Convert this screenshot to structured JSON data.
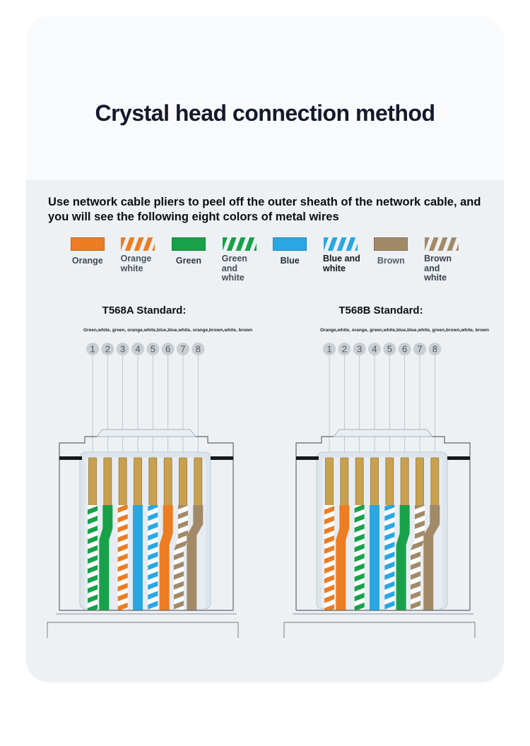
{
  "page": {
    "title": "Crystal head connection method",
    "description": "Use network cable pliers to peel off the outer sheath of the network cable, and you will see the following eight colors of metal wires"
  },
  "colors": {
    "orange": "#ec7d22",
    "green": "#18a149",
    "blue": "#2aa7e2",
    "brown": "#a28a69",
    "wire_white": "#fcfdfd",
    "pin_gold": "#c9a14e",
    "pin_edge": "#96763a",
    "circle_fill": "#c9ced3",
    "circle_text": "#54585e",
    "connector_outline": "#60676e",
    "connector_body": "#dde5eb",
    "latch_black": "#17191b"
  },
  "legend": [
    {
      "label": "Orange",
      "lines": [
        "Orange"
      ],
      "style": "solid",
      "color": "orange",
      "label_color": "#3f4750"
    },
    {
      "label": "Orange white",
      "lines": [
        "Orange",
        "white"
      ],
      "style": "striped",
      "color": "orange",
      "label_color": "#4a525a"
    },
    {
      "label": "Green",
      "lines": [
        "Green"
      ],
      "style": "solid",
      "color": "green",
      "label_color": "#323a43"
    },
    {
      "label": "Green and white",
      "lines": [
        "Green and",
        "white"
      ],
      "style": "striped",
      "color": "green",
      "label_color": "#454d55"
    },
    {
      "label": "Blue",
      "lines": [
        "Blue"
      ],
      "style": "solid",
      "color": "blue",
      "label_color": "#272e37"
    },
    {
      "label": "Blue and white",
      "lines": [
        "Blue and",
        "white"
      ],
      "style": "striped",
      "color": "blue",
      "label_color": "#14171c"
    },
    {
      "label": "Brown",
      "lines": [
        "Brown"
      ],
      "style": "solid",
      "color": "brown",
      "label_color": "#565d66"
    },
    {
      "label": "Brown and white",
      "lines": [
        "Brown and",
        "white"
      ],
      "style": "striped",
      "color": "brown",
      "label_color": "#3a414a"
    }
  ],
  "diagrams": [
    {
      "id": "t568a",
      "title": "T568A Standard:",
      "wire_order_text": "Green,white, green, orange,white,blue,blue,white, orange,brown,white, brown",
      "pin_numbers": [
        "1",
        "2",
        "3",
        "4",
        "5",
        "6",
        "7",
        "8"
      ],
      "wires": [
        "green-white",
        "green",
        "orange-white",
        "blue",
        "blue-white",
        "orange",
        "brown-white",
        "brown"
      ]
    },
    {
      "id": "t568b",
      "title": "T568B Standard:",
      "wire_order_text": "Orange,white, orange, green,white,blue,blue,white, green,brown,white, brown",
      "pin_numbers": [
        "1",
        "2",
        "3",
        "4",
        "5",
        "6",
        "7",
        "8"
      ],
      "wires": [
        "orange-white",
        "orange",
        "green-white",
        "blue",
        "blue-white",
        "green",
        "brown-white",
        "brown"
      ]
    }
  ]
}
